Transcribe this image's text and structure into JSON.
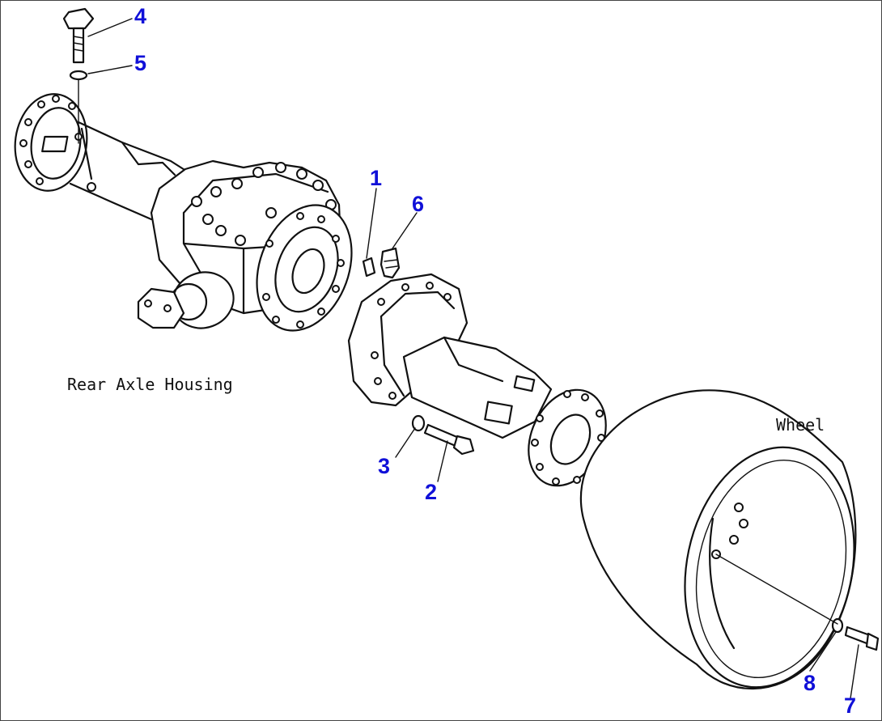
{
  "callout_color": "#1010d8",
  "labels": {
    "rear_axle_housing": "Rear Axle Housing",
    "wheel": "Wheel"
  },
  "callouts": [
    {
      "id": "n1",
      "text": "1"
    },
    {
      "id": "n2",
      "text": "2"
    },
    {
      "id": "n3",
      "text": "3"
    },
    {
      "id": "n4",
      "text": "4"
    },
    {
      "id": "n5",
      "text": "5"
    },
    {
      "id": "n6",
      "text": "6"
    },
    {
      "id": "n7",
      "text": "7"
    },
    {
      "id": "n8",
      "text": "8"
    }
  ]
}
